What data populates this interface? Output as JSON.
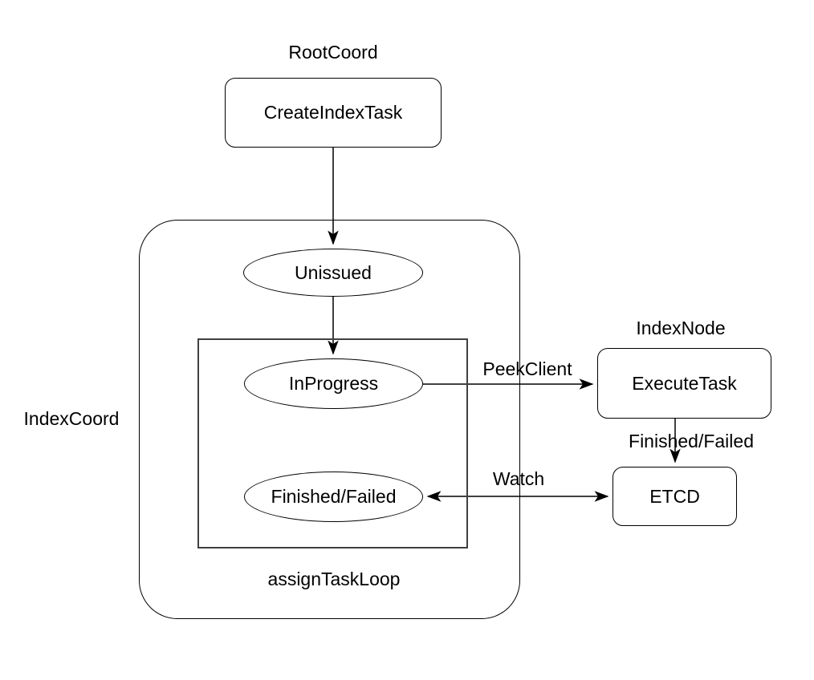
{
  "diagram": {
    "background_color": "#ffffff",
    "stroke_color": "#000000",
    "inner_rect_stroke_color": "#404040",
    "groups": {
      "root_coord": {
        "label": "RootCoord"
      },
      "index_coord": {
        "label": "IndexCoord"
      },
      "index_node": {
        "label": "IndexNode"
      },
      "assign_task_loop": {
        "label": "assignTaskLoop"
      }
    },
    "nodes": {
      "create_index_task": {
        "label": "CreateIndexTask",
        "shape": "rounded-rect"
      },
      "unissued": {
        "label": "Unissued",
        "shape": "ellipse"
      },
      "in_progress": {
        "label": "InProgress",
        "shape": "ellipse"
      },
      "finished_failed": {
        "label": "Finished/Failed",
        "shape": "ellipse"
      },
      "execute_task": {
        "label": "ExecuteTask",
        "shape": "rounded-rect"
      },
      "etcd": {
        "label": "ETCD",
        "shape": "rounded-rect"
      }
    },
    "edges": {
      "create_to_unissued": {
        "label": "",
        "from": "create_index_task",
        "to": "unissued",
        "direction": "down"
      },
      "unissued_to_in_progress": {
        "label": "",
        "from": "unissued",
        "to": "in_progress",
        "direction": "down"
      },
      "peek_client": {
        "label": "PeekClient",
        "from": "in_progress",
        "to": "execute_task",
        "direction": "right"
      },
      "finished_failed": {
        "label": "Finished/Failed",
        "from": "execute_task",
        "to": "etcd",
        "direction": "down"
      },
      "watch": {
        "label": "Watch",
        "from": "etcd",
        "to": "finished_failed",
        "direction": "both"
      }
    }
  }
}
